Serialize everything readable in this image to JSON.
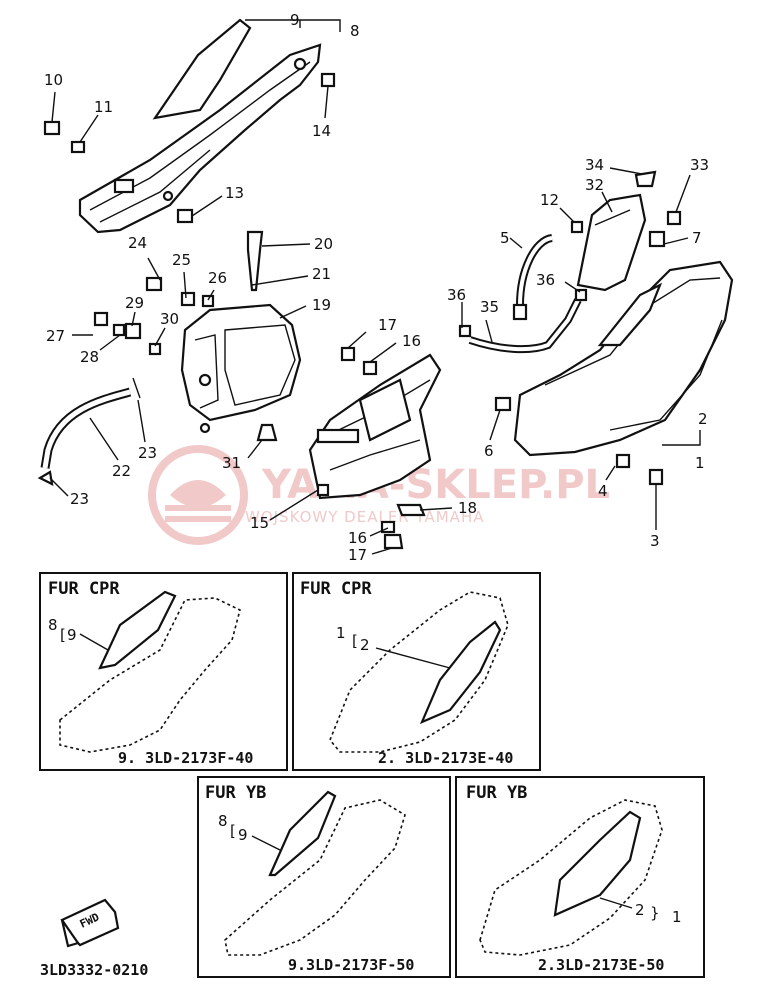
{
  "watermark": {
    "brand": "YAMA-SKLEP.PL",
    "tagline": "WOJSKOWY DEALER YAMAHA"
  },
  "parts": {
    "p1": "1",
    "p2": "2",
    "p3": "3",
    "p4": "4",
    "p5": "5",
    "p6": "6",
    "p7": "7",
    "p8": "8",
    "p9": "9",
    "p10": "10",
    "p11": "11",
    "p12": "12",
    "p13": "13",
    "p14": "14",
    "p15": "15",
    "p16a": "16",
    "p16b": "16",
    "p17a": "17",
    "p17b": "17",
    "p18": "18",
    "p19": "19",
    "p20": "20",
    "p21": "21",
    "p22": "22",
    "p23a": "23",
    "p23b": "23",
    "p24": "24",
    "p25": "25",
    "p26": "26",
    "p27": "27",
    "p28": "28",
    "p29": "29",
    "p30": "30",
    "p31": "31",
    "p32": "32",
    "p33": "33",
    "p34": "34",
    "p35": "35",
    "p36a": "36",
    "p36b": "36"
  },
  "insets": [
    {
      "title": "FUR CPR",
      "label_a": "8",
      "label_b": "9",
      "code": "9. 3LD-2173F-40"
    },
    {
      "title": "FUR CPR",
      "label_a": "1",
      "label_b": "2",
      "code": "2. 3LD-2173E-40"
    },
    {
      "title": "FUR YB",
      "label_a": "8",
      "label_b": "9",
      "code": "9.3LD-2173F-50"
    },
    {
      "title": "FUR YB",
      "label_a": "2",
      "label_b": "1",
      "code": "2.3LD-2173E-50"
    }
  ],
  "fwd_label": "FWD",
  "drawing_code": "3LD3332-0210"
}
